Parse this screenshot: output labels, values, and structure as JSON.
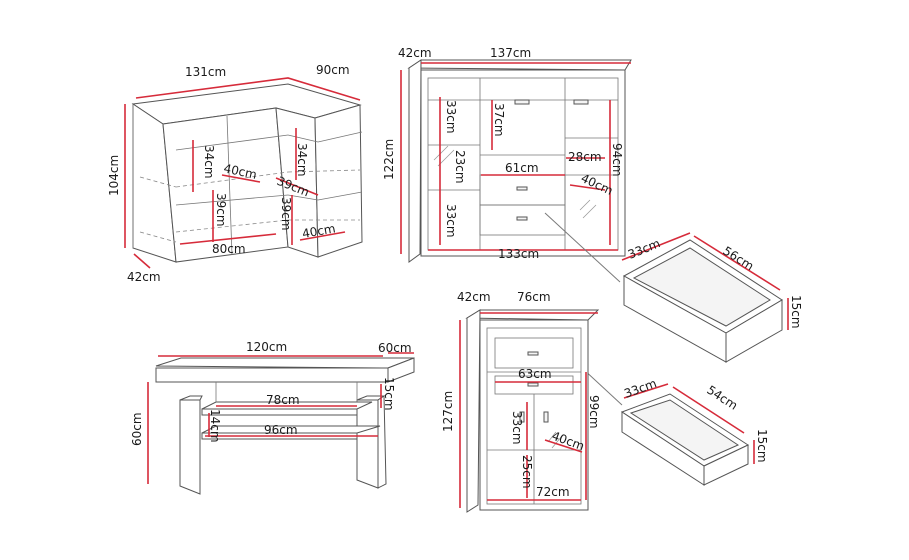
{
  "colors": {
    "dimension_line": "#d62b3a",
    "outline": "#555555",
    "label": "#1a1a1a",
    "background": "#ffffff"
  },
  "corner_cabinet": {
    "width_front": "131cm",
    "width_side": "90cm",
    "height": "104cm",
    "depth": "42cm",
    "shelf_height_upper_left": "34cm",
    "shelf_height_upper_right": "34cm",
    "shelf_depth_left": "40cm",
    "shelf_depth_right": "40cm",
    "lower_height_left": "39cm",
    "lower_height_right": "39cm",
    "inner_height_side": "39cm",
    "inner_width": "80cm"
  },
  "display_cabinet": {
    "depth": "42cm",
    "width": "137cm",
    "height": "122cm",
    "left_shelf_upper": "33cm",
    "left_shelf_middle": "23cm",
    "left_shelf_lower": "33cm",
    "center_upper": "37cm",
    "center_drawer_width": "61cm",
    "right_width": "28cm",
    "right_height": "94cm",
    "right_depth": "40cm",
    "inner_width": "133cm"
  },
  "drawer_large": {
    "depth": "33cm",
    "width": "56cm",
    "height": "15cm"
  },
  "drawer_small": {
    "depth": "33cm",
    "width": "54cm",
    "height": "15cm"
  },
  "tall_cabinet": {
    "depth": "42cm",
    "width": "76cm",
    "height": "127cm",
    "drawer_width": "63cm",
    "inner_height": "99cm",
    "shelf_height": "33cm",
    "shelf_depth": "40cm",
    "bottom_height": "25cm",
    "inner_width": "72cm"
  },
  "console_table": {
    "width": "120cm",
    "depth": "60cm",
    "height": "60cm",
    "top_gap": "15cm",
    "shelf_width_upper": "78cm",
    "shelf_gap": "14cm",
    "shelf_width_lower": "96cm"
  }
}
